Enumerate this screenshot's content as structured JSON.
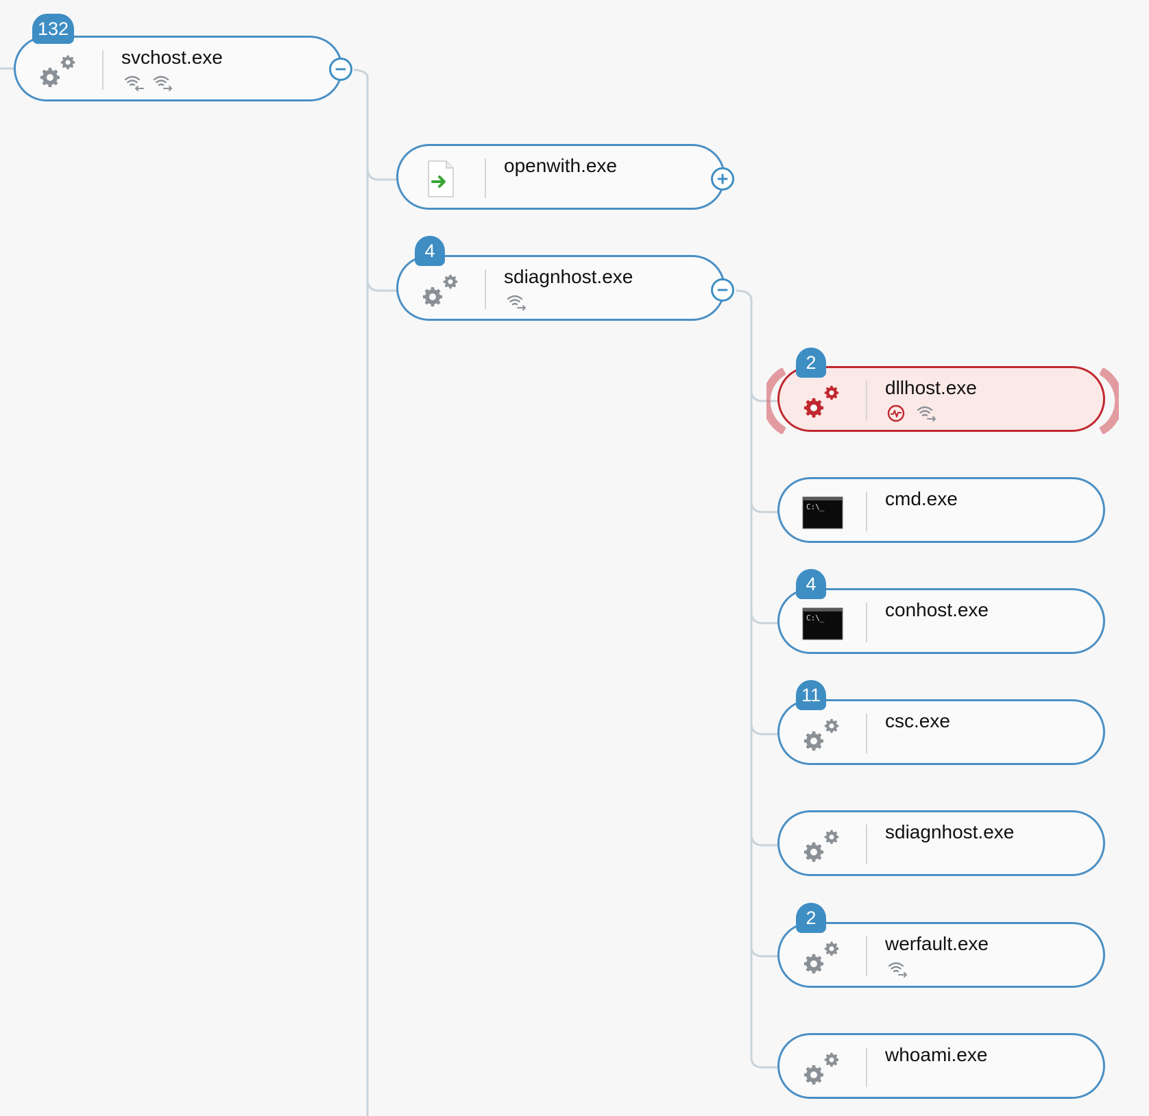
{
  "tree": {
    "root": {
      "name": "svchost.exe",
      "badge": "132",
      "icon": "gears-icon",
      "indicators": [
        "network-in-icon",
        "network-out-icon"
      ],
      "expanded": true
    },
    "level1": [
      {
        "name": "openwith.exe",
        "badge": null,
        "icon": "file-open-icon",
        "indicators": [],
        "expanded": false
      },
      {
        "name": "sdiagnhost.exe",
        "badge": "4",
        "icon": "gears-icon",
        "indicators": [
          "network-out-icon"
        ],
        "expanded": true
      }
    ],
    "level2": [
      {
        "name": "dllhost.exe",
        "badge": "2",
        "icon": "gears-icon",
        "indicators": [
          "activity-icon",
          "network-out-icon"
        ],
        "alert": true
      },
      {
        "name": "cmd.exe",
        "badge": null,
        "icon": "console-icon",
        "indicators": []
      },
      {
        "name": "conhost.exe",
        "badge": "4",
        "icon": "console-icon",
        "indicators": []
      },
      {
        "name": "csc.exe",
        "badge": "11",
        "icon": "gears-icon",
        "indicators": []
      },
      {
        "name": "sdiagnhost.exe",
        "badge": null,
        "icon": "gears-icon",
        "indicators": []
      },
      {
        "name": "werfault.exe",
        "badge": "2",
        "icon": "gears-icon",
        "indicators": [
          "network-out-icon"
        ]
      },
      {
        "name": "whoami.exe",
        "badge": null,
        "icon": "gears-icon",
        "indicators": []
      }
    ]
  },
  "colors": {
    "node_border": "#4a8fc4",
    "alert_border": "#c0282e",
    "alert_fill": "#fbe9e7",
    "badge": "#3e8ec4",
    "connector": "#c9d3da",
    "icon_gray": "#8a9096",
    "icon_alert": "#c0282e"
  },
  "console_icon_text": "C:\\_"
}
